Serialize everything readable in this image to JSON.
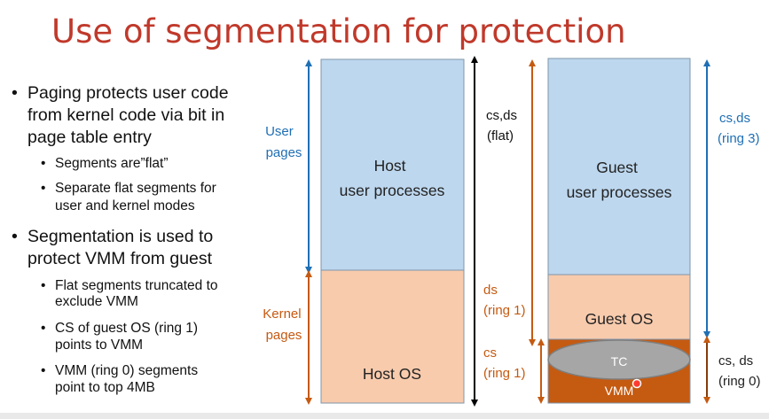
{
  "title": "Use of segmentation for protection",
  "bullets": {
    "b1": [
      "Paging protects user code",
      "from kernel code via bit in",
      "page table entry"
    ],
    "b1_sub": [
      [
        "Segments are”flat”"
      ],
      [
        "Separate flat segments for",
        "user and kernel modes"
      ]
    ],
    "b2": [
      "Segmentation is used to",
      "protect VMM from guest"
    ],
    "b2_sub": [
      [
        "Flat segments truncated to",
        "exclude VMM"
      ],
      [
        "CS of guest OS (ring 1)",
        "points to VMM"
      ],
      [
        "VMM (ring 0) segments",
        "point to top 4MB"
      ]
    ]
  },
  "diagram": {
    "left_labels": {
      "user_pages": [
        "User",
        "pages"
      ],
      "kernel_pages": [
        "Kernel",
        "pages"
      ]
    },
    "host": {
      "user_processes": [
        "Host",
        "user processes"
      ],
      "os": "Host OS"
    },
    "host_segment": [
      "cs,ds",
      "(flat)"
    ],
    "guest": {
      "user_processes": [
        "Guest",
        "user processes"
      ],
      "os": "Guest OS",
      "tc": "TC",
      "vmm": "VMM"
    },
    "guest_segments": {
      "ds_ring1": [
        "ds",
        "(ring 1)"
      ],
      "cs_ring1": [
        "cs",
        "(ring 1)"
      ],
      "csds_ring3": [
        "cs,ds",
        "(ring 3)"
      ],
      "csds_ring0": [
        "cs, ds",
        "(ring 0)"
      ]
    },
    "colors": {
      "user_box": "#bdd7ee",
      "kernel_box": "#f8cbad",
      "vmm_box": "#c55a11",
      "tc_ellipse": "#a6a6a6",
      "blue_label": "#1f6fb5",
      "orange_label": "#c55a11",
      "title": "#c0392b",
      "pointer": "#ff3b30"
    }
  }
}
